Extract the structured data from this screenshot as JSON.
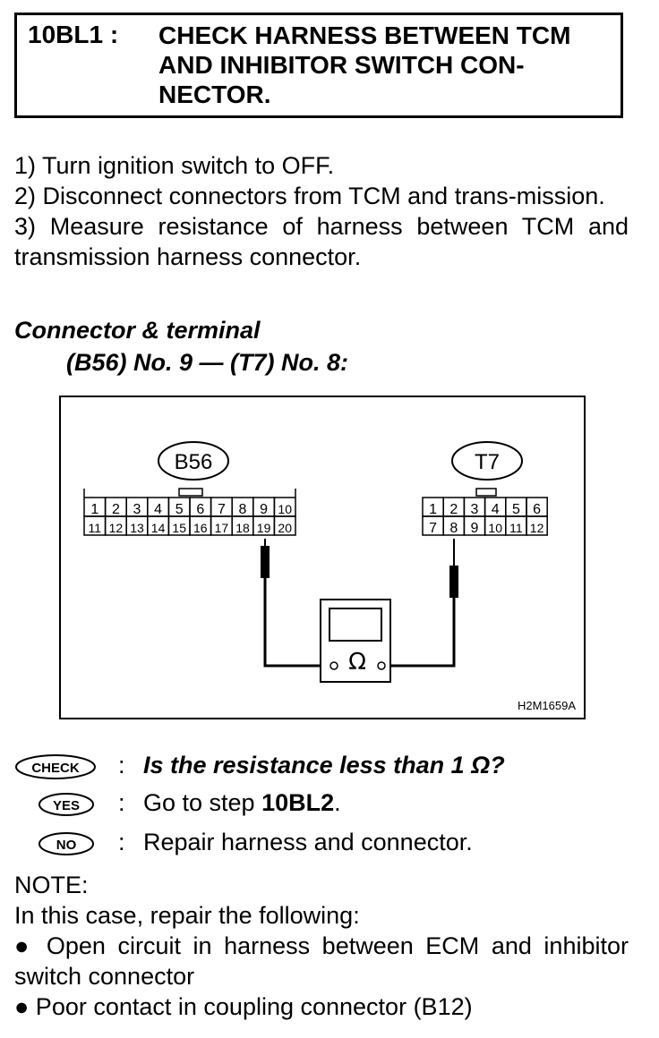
{
  "header": {
    "step_id": "10BL1 :",
    "title": "CHECK HARNESS BETWEEN TCM AND INHIBITOR SWITCH CON-NECTOR."
  },
  "steps": [
    "1)  Turn ignition switch to OFF.",
    "2)  Disconnect connectors from TCM and trans-mission.",
    "3)  Measure resistance of harness between TCM and transmission harness connector."
  ],
  "connector": {
    "label": "Connector & terminal",
    "detail": "(B56) No. 9 — (T7) No. 8:"
  },
  "diagram": {
    "b56": {
      "name": "B56",
      "row1": [
        "1",
        "2",
        "3",
        "4",
        "5",
        "6",
        "7",
        "8",
        "9",
        "10"
      ],
      "row2": [
        "11",
        "12",
        "13",
        "14",
        "15",
        "16",
        "17",
        "18",
        "19",
        "20"
      ]
    },
    "t7": {
      "name": "T7",
      "row1": [
        "1",
        "2",
        "3",
        "4",
        "5",
        "6"
      ],
      "row2": [
        "7",
        "8",
        "9",
        "10",
        "11",
        "12"
      ]
    },
    "meter_symbol": "Ω",
    "figure_id": "H2M1659A"
  },
  "check": {
    "badge": "CHECK",
    "colon": ":",
    "question": "Is the resistance less than 1 Ω?"
  },
  "yes": {
    "badge": "YES",
    "colon": ":",
    "text_prefix": "Go to step ",
    "text_bold": "10BL2",
    "text_suffix": "."
  },
  "no": {
    "badge": "NO",
    "colon": ":",
    "text": "Repair harness and connector."
  },
  "note": {
    "heading": "NOTE:",
    "intro": "In this case, repair the following:",
    "bullets": [
      "●  Open circuit in harness between ECM and inhibitor switch connector",
      "●  Poor contact in coupling connector (B12)"
    ]
  }
}
